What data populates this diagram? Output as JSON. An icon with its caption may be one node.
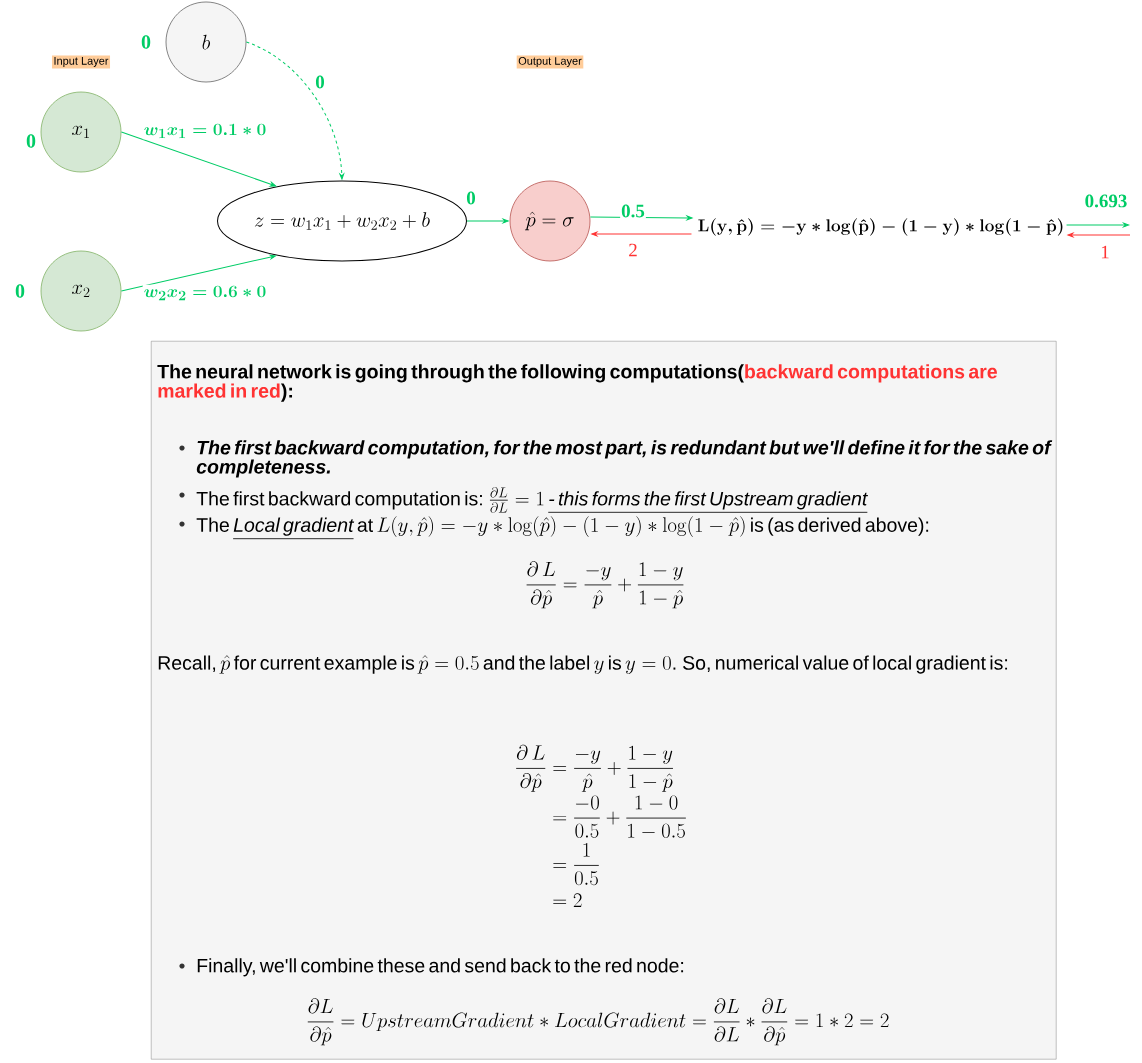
{
  "diagram": {
    "nodes": [
      {
        "text": [
          "b"
        ],
        "beside": [
          "0"
        ]
      },
      {
        "text": [
          "x_1"
        ],
        "beside": [
          "0"
        ]
      },
      {
        "text": [
          "x_2"
        ],
        "beside": [
          "0"
        ]
      },
      {
        "text": [
          "z=w_1x_1+w_2x_2+b"
        ]
      },
      {
        "text": [
          "\\hat{p}=\\sigma"
        ]
      },
      {
        "text": [
          "\\mathbf{L(y,\\hat{p})=-y*\\log(\\hat{p})-(1-y)*\\log(1-\\hat{p})}"
        ]
      },
      {
        "text": [
          "The neural network is going through the following computations(",
          "backward computations are marked in red",
          "):",
          "The first backward computation, for the most part, is redundant but we'll define it for the sake of completeness.",
          "The first backward computation is:",
          "\\frac{\\partial L}{\\partial L}=1",
          "- this forms the first Upstream gradient",
          "The",
          "Local gradient",
          "at",
          "L(y,\\hat{p})=-y*\\log(\\hat{p})-(1-y)*\\log(1-\\hat{p})",
          "is (as derived above):",
          "\\frac{\\partial\\,L}{\\partial\\hat{p}}=\\frac{-y}{\\hat{p}}+\\frac{1-y}{1-\\hat{p}}",
          "Recall,",
          "\\hat{p}",
          "for current example is",
          "\\hat{p}=0.5",
          "and the label",
          "y",
          "is",
          "y=0",
          ". So, numerical value of local gradient is:",
          "\\begin{aligned}\\frac{\\partial\\,L}{\\partial\\hat{p}}&=\\frac{-y}{\\hat{p}}+\\frac{1-y}{1-\\hat{p}}\\\\&=\\frac{-0}{0.5}+\\frac{1-0}{1-0.5}\\\\&=\\frac{1}{0.5}\\\\&=2\\end{aligned}",
          "Finally, we'll combine these and send back to the red node:",
          "\\frac{\\partial L}{\\partial\\hat{p}}=UpstreamGradient*LocalGradient=\\frac{\\partial L}{\\partial L}*\\frac{\\partial L}{\\partial\\hat{p}}=1*2=2"
        ]
      }
    ],
    "edges": [
      {
        "from": 1,
        "to": 3,
        "arrow": "to",
        "label": "w_1x_1=0.1*0"
      },
      {
        "from": 2,
        "to": 3,
        "arrow": "to",
        "label": "w_2x_2=0.6*0"
      },
      {
        "from": 0,
        "to": 3,
        "arrow": "to",
        "label": "0",
        "style": "dashed"
      },
      {
        "from": 3,
        "to": 4,
        "arrow": "to",
        "label": "0"
      },
      {
        "from": 4,
        "to": 5,
        "arrow": "to",
        "label": "0.5"
      },
      {
        "from": 5,
        "to": 4,
        "arrow": "to",
        "label": "2",
        "color": "#ff3333"
      },
      {
        "from": 5,
        "to": null,
        "arrow": "to",
        "label": "0.693"
      },
      {
        "from": null,
        "to": 5,
        "arrow": "to",
        "label": "1",
        "color": "#ff3333"
      }
    ],
    "labels": [
      "Input Layer",
      "Output Layer"
    ]
  }
}
